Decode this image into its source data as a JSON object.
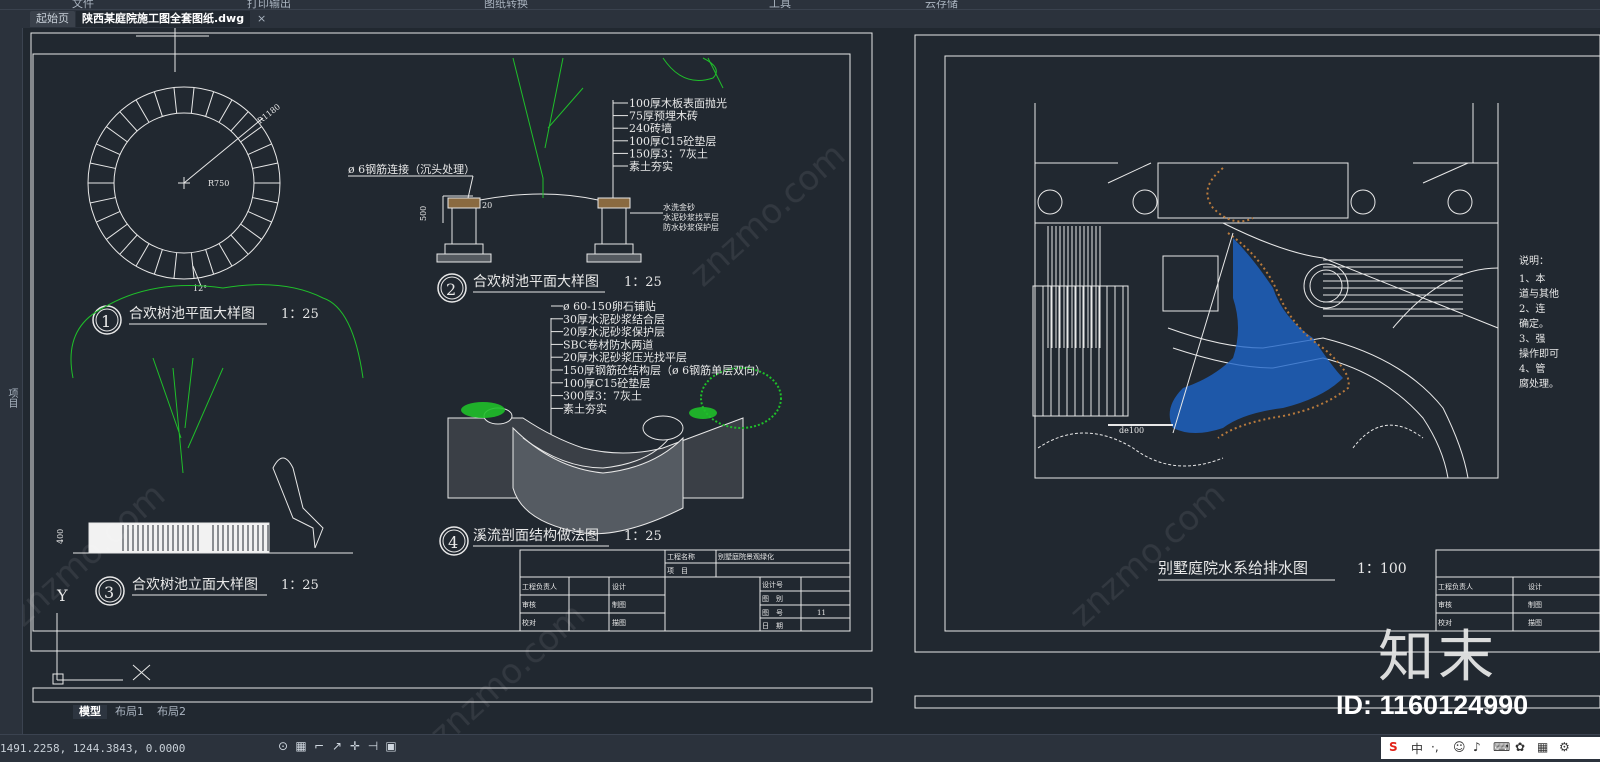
{
  "menu": [
    "文件",
    "打印输出",
    "图纸转换",
    "工具",
    "云存储"
  ],
  "tabs": {
    "start": "起始页",
    "doc": "陕西某庭院施工图全套图纸.dwg",
    "close": "×"
  },
  "left_panel_label": "项目",
  "sheet1": {
    "fig1": {
      "number": "1",
      "title": "合欢树池平面大样图",
      "scale": "1：25",
      "r1": "R1180",
      "r2": "R750",
      "angle": "12°"
    },
    "fig2": {
      "number": "2",
      "title": "合欢树池平面大样图",
      "scale": "1：25",
      "layers": [
        "100厚木板表面抛光",
        "75厚预埋木砖",
        "240砖墙",
        "100厚C15砼垫层",
        "150厚3：7灰土",
        "素土夯实"
      ],
      "rebar_note": "ø 6钢筋连接（沉头处理）",
      "side_notes": [
        "水洗金砂",
        "水泥砂浆找平层",
        "防水砂浆保护层"
      ],
      "dim_500": "500",
      "dim_20": "20"
    },
    "fig3": {
      "number": "3",
      "title": "合欢树池立面大样图",
      "scale": "1：25",
      "dim": "400"
    },
    "fig4": {
      "number": "4",
      "title": "溪流剖面结构做法图",
      "scale": "1：25",
      "layers": [
        "ø 60-150卵石铺贴",
        "30厚水泥砂浆结合层",
        "20厚水泥砂浆保护层",
        "SBC卷材防水两道",
        "20厚水泥砂浆压光找平层",
        "150厚钢筋砼结构层（ø 6钢筋单层双向）",
        "100厚C15砼垫层",
        "300厚3：7灰土",
        "素土夯实"
      ]
    },
    "titleblock": {
      "project_label": "工程名称",
      "project_value": "别墅庭院景观绿化",
      "item_label": "项　目",
      "owner": "工程负责人",
      "design": "设计",
      "drawing_no": "设计号",
      "review": "审核",
      "draw": "制图",
      "sheet_label": "图　别",
      "check": "校对",
      "trace": "描图",
      "num_label": "图　号",
      "num_value": "11",
      "date": "日　期"
    }
  },
  "sheet2": {
    "title": "别墅庭院水系给排水图",
    "scale": "1：100",
    "pipe_label": "de100",
    "notes_header": "说明：",
    "notes": [
      "1、本",
      "道与其他",
      "2、连",
      "确定。",
      "3、强",
      "操作即可",
      "4、管",
      "腐处理。"
    ],
    "titleblock": {
      "owner": "工程负责人",
      "design": "设计",
      "review": "审核",
      "draw": "制图",
      "check": "校对",
      "trace": "描图"
    }
  },
  "ucs": {
    "x": "X",
    "y": "Y"
  },
  "layout_tabs": [
    "模型",
    "布局1",
    "布局2"
  ],
  "status": {
    "coords": "1491.2258, 1244.3843, 0.0000"
  },
  "status_icons": [
    "snap-icon",
    "grid-icon",
    "ortho-icon",
    "polar-icon",
    "osnap-icon",
    "otrack-icon",
    "lineweight-icon"
  ],
  "ime": {
    "brand": "S",
    "lang": "中"
  },
  "watermark": {
    "logo": "知末",
    "id": "ID: 1160124990",
    "site": "znzmo.com"
  },
  "colors": {
    "background": "#212830",
    "line": "#e8e8e8",
    "tree": "#1fbf2a",
    "water": "#1e64c8",
    "rock": "#b87a3c"
  }
}
